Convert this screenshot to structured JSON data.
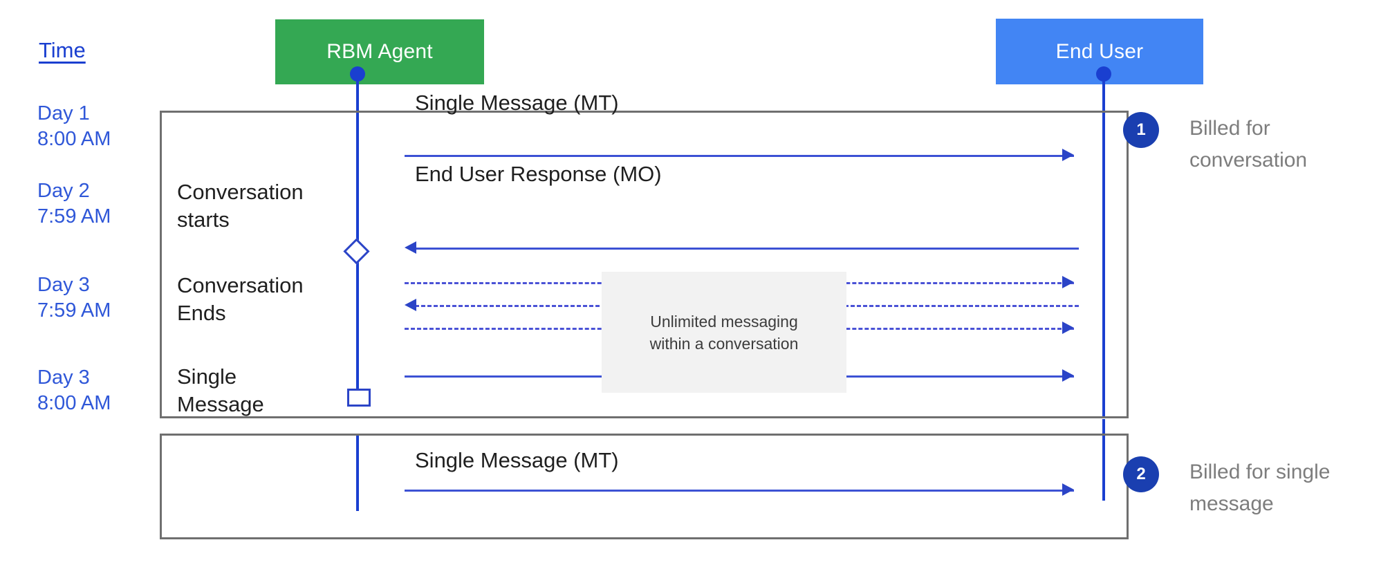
{
  "diagram": {
    "title_axis_label": "Time",
    "actors": [
      {
        "id": "rbm-agent",
        "label": "RBM Agent",
        "color": "#34a853"
      },
      {
        "id": "end-user",
        "label": "End User",
        "color": "#4285f4"
      }
    ],
    "time_rows": [
      {
        "day": "Day 1",
        "time": "8:00 AM",
        "text": "Day 1\n8:00 AM"
      },
      {
        "day": "Day 2",
        "time": "7:59 AM",
        "text": "Day 2\n7:59 AM"
      },
      {
        "day": "Day 3",
        "time": "7:59 AM",
        "text": "Day 3\n7:59 AM"
      },
      {
        "day": "Day 3",
        "time": "8:00 AM",
        "text": "Day 3\n8:00 AM"
      }
    ],
    "frames": [
      {
        "id": "conversation-frame",
        "badge": "1",
        "billing_caption": "Billed for\nconversation",
        "notes": [
          {
            "id": "conversation-starts",
            "text": "Conversation\nstarts"
          },
          {
            "id": "conversation-ends",
            "text": "Conversation\nEnds"
          }
        ],
        "messages": [
          {
            "id": "mt-1",
            "label": "Single Message (MT)",
            "direction": "right",
            "style": "solid"
          },
          {
            "id": "mo-1",
            "label": "End User Response (MO)",
            "direction": "left",
            "style": "solid"
          },
          {
            "id": "unlimited-1",
            "label": "",
            "direction": "right",
            "style": "dashed"
          },
          {
            "id": "unlimited-2",
            "label": "",
            "direction": "left",
            "style": "dashed"
          },
          {
            "id": "unlimited-3",
            "label": "",
            "direction": "right",
            "style": "dashed"
          },
          {
            "id": "unlimited-4",
            "label": "",
            "direction": "right",
            "style": "solid"
          }
        ],
        "callout": "Unlimited messaging\nwithin a conversation"
      },
      {
        "id": "single-message-frame",
        "badge": "2",
        "billing_caption": "Billed for single\nmessage",
        "notes": [
          {
            "id": "single-message",
            "text": "Single\nMessage"
          }
        ],
        "messages": [
          {
            "id": "mt-2",
            "label": "Single Message (MT)",
            "direction": "right",
            "style": "solid"
          }
        ]
      }
    ],
    "colors": {
      "agent_green": "#34a853",
      "user_blue": "#4285f4",
      "line_blue": "#2b44c7",
      "time_text_blue": "#2f57d8",
      "badge_blue": "#1a3fb0",
      "caption_gray": "#7d7d7d",
      "frame_border_gray": "#6f6f6f",
      "callout_bg": "#f2f2f2"
    }
  }
}
